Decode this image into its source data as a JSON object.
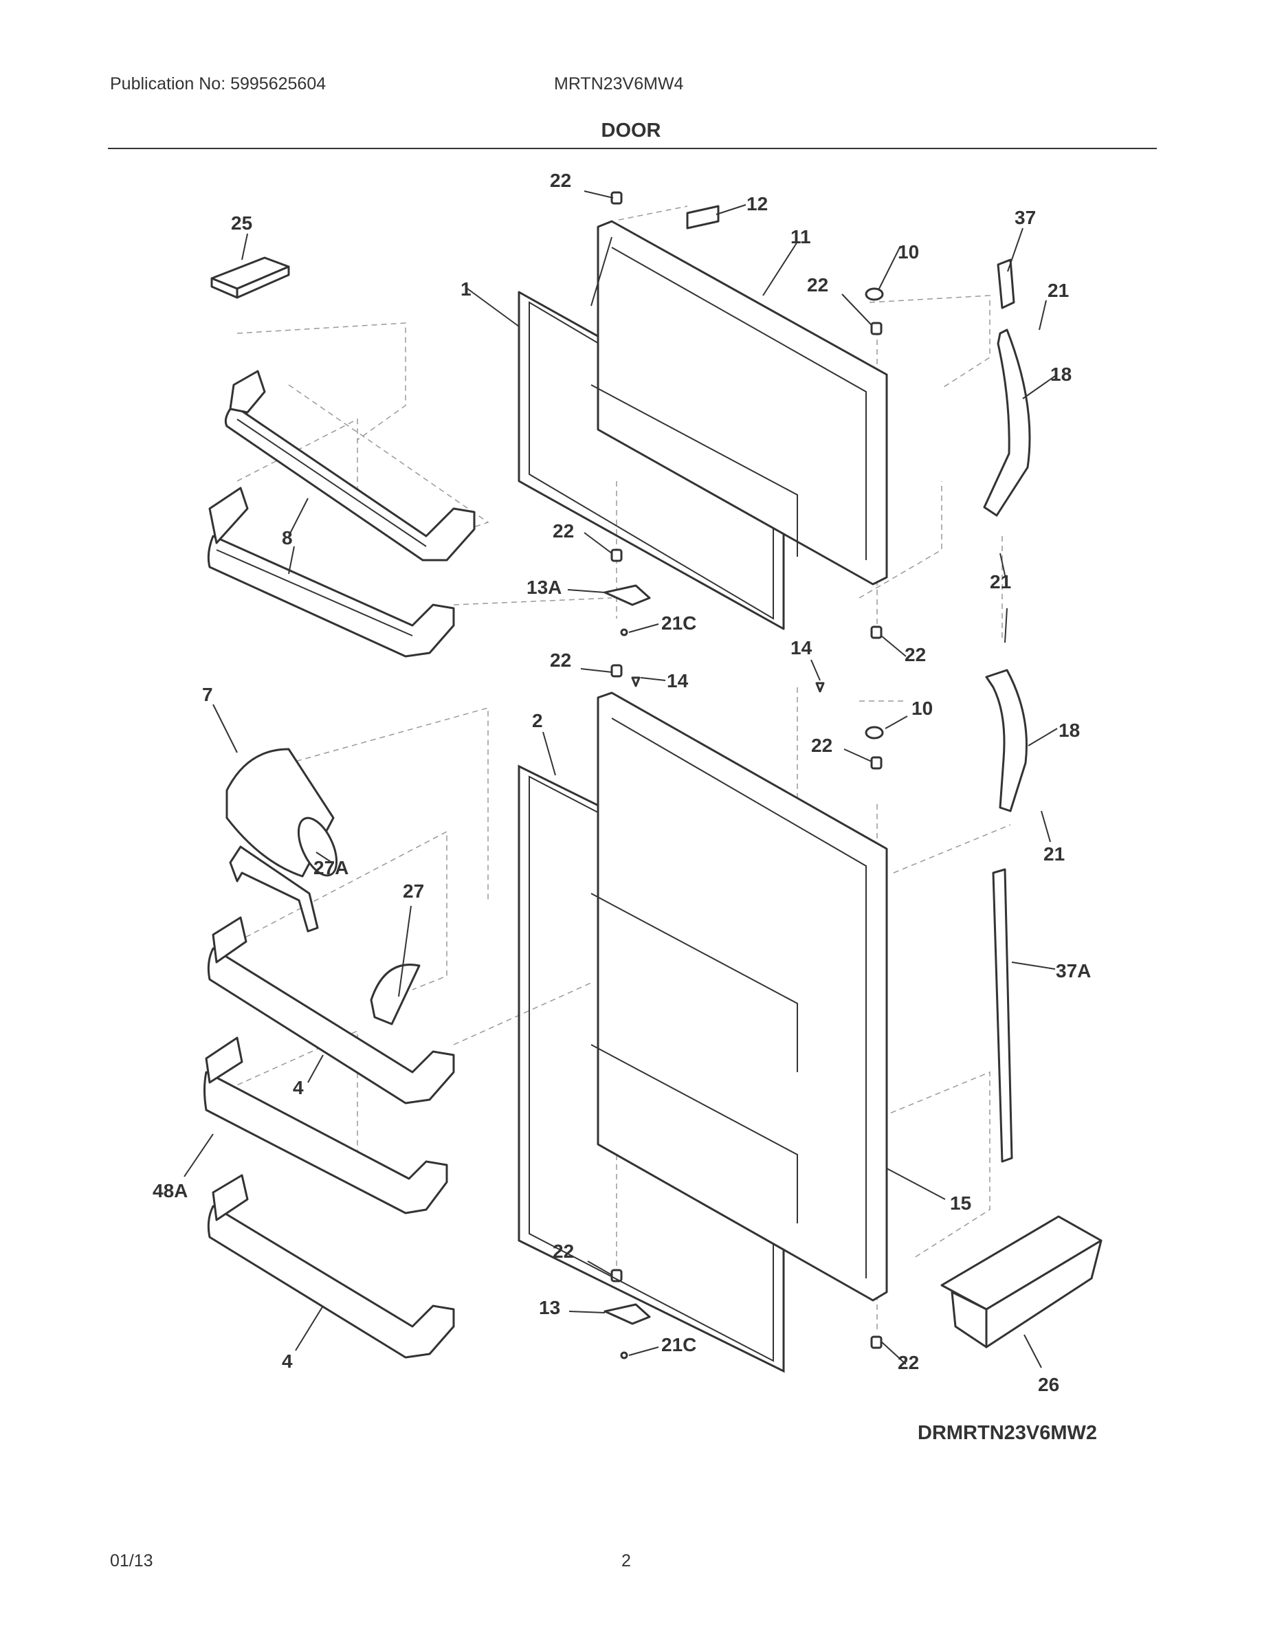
{
  "header": {
    "publication": "Publication No: 5995625604",
    "model": "MRTN23V6MW4"
  },
  "section_title": "DOOR",
  "figure_id": "DRMRTN23V6MW2",
  "footer": {
    "date": "01/13",
    "page": "2"
  },
  "callouts": {
    "c22_top": "22",
    "c12": "12",
    "c25": "25",
    "c11": "11",
    "c37": "37",
    "c10_upper": "10",
    "c1": "1",
    "c22_upper_right": "22",
    "c21_top": "21",
    "c18_upper": "18",
    "c8": "8",
    "c22_upper_hinge": "22",
    "c13A": "13A",
    "c21C_upper": "21C",
    "c21_mid": "21",
    "c14_right": "14",
    "c22_mid_right": "22",
    "c22_mid_left": "22",
    "c14_left": "14",
    "c7": "7",
    "c2": "2",
    "c10_lower": "10",
    "c22_lower_right": "22",
    "c18_lower": "18",
    "c21_low": "21",
    "c27A": "27A",
    "c27": "27",
    "c37A": "37A",
    "c4_upper": "4",
    "c48A": "48A",
    "c15": "15",
    "c22_bottom_hinge": "22",
    "c13": "13",
    "c21C_lower": "21C",
    "c4_lower": "4",
    "c22_bottom_right": "22",
    "c26": "26"
  }
}
